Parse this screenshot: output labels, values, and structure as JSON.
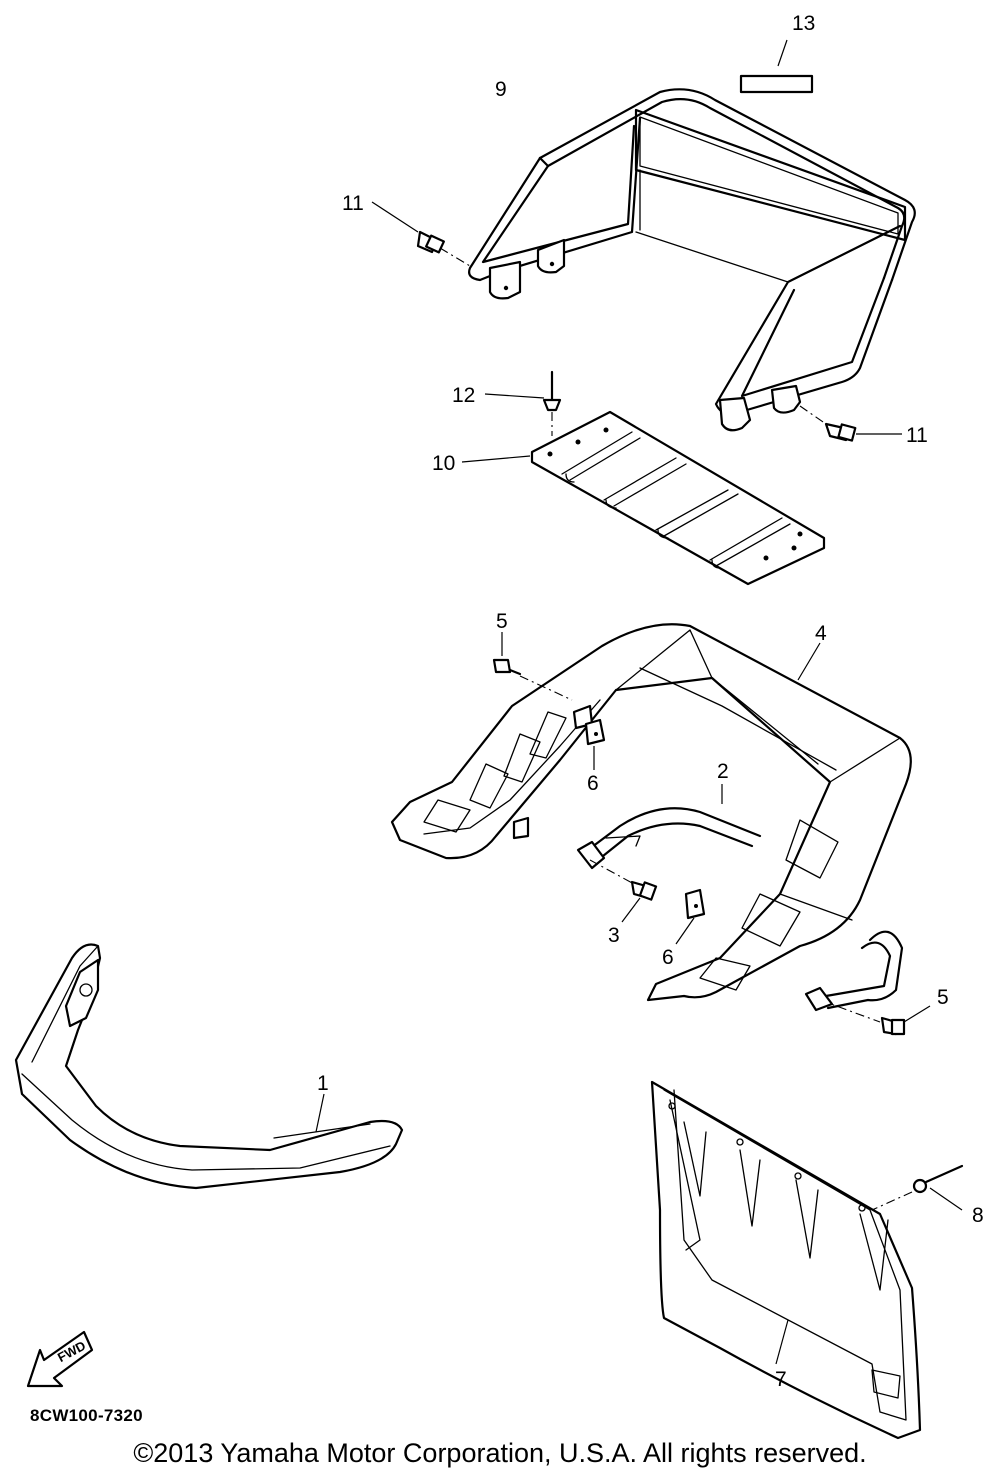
{
  "diagram": {
    "callouts": {
      "c1": "1",
      "c2": "2",
      "c3": "3",
      "c4": "4",
      "c5a": "5",
      "c5b": "5",
      "c6a": "6",
      "c6b": "6",
      "c7": "7",
      "c8": "8",
      "c9": "9",
      "c10": "10",
      "c11a": "11",
      "c11b": "11",
      "c12": "12",
      "c13": "13"
    },
    "fwd_label": "FWD",
    "diagram_code": "8CW100-7320"
  },
  "footer": {
    "copyright": "©2013 Yamaha Motor Corporation, U.S.A. All rights reserved."
  }
}
